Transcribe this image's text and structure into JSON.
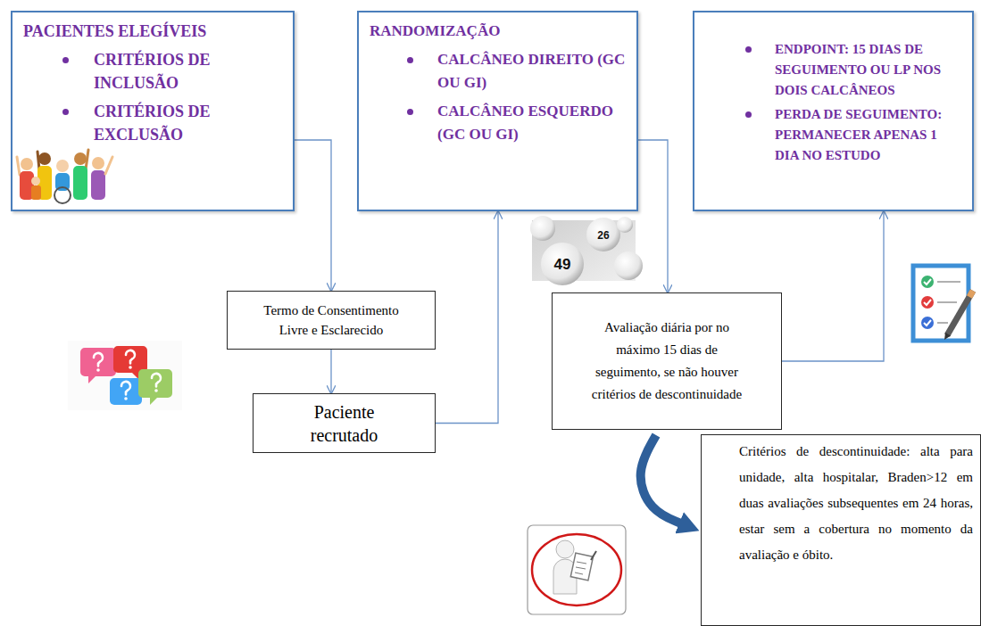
{
  "diagram": {
    "nodes": [
      {
        "text": [
          "PACIENTES ELEGÍVEIS",
          "CRITÉRIOS DE INCLUSÃO",
          "CRITÉRIOS DE EXCLUSÃO"
        ]
      },
      {
        "text": [
          "RANDOMIZAÇÃO",
          "CALCÂNEO DIREITO (GC OU GI)",
          "CALCÂNEO ESQUERDO (GC OU GI)"
        ]
      },
      {
        "text": [
          "ENDPOINT: 15 DIAS DE SEGUIMENTO OU LP NOS DOIS CALCÂNEOS",
          "PERDA DE SEGUIMENTO: PERMANECER APENAS 1 DIA NO ESTUDO"
        ]
      },
      {
        "text": [
          "Termo de Consentimento Livre e Esclarecido"
        ]
      },
      {
        "text": [
          "Paciente recrutado"
        ]
      },
      {
        "text": [
          "Avaliação diária por no máximo 15 dias de seguimento, se não houver critérios de descontinuidade"
        ]
      },
      {
        "text": [
          "Critérios de descontinuidade: alta para unidade, alta hospitalar, Braden>12 em duas avaliações subsequentes em 24 horas, estar sem a cobertura no momento da avaliação e óbito."
        ]
      }
    ],
    "edges": [
      {
        "from": 0,
        "to": 3,
        "arrow": "to"
      },
      {
        "from": 3,
        "to": 4,
        "arrow": "to"
      },
      {
        "from": 4,
        "to": 1,
        "arrow": "to"
      },
      {
        "from": 1,
        "to": 5,
        "arrow": "to"
      },
      {
        "from": 5,
        "to": 2,
        "arrow": "to"
      },
      {
        "from": 5,
        "to": 6,
        "arrow": "to"
      }
    ],
    "labels": [
      "49",
      "26"
    ]
  }
}
